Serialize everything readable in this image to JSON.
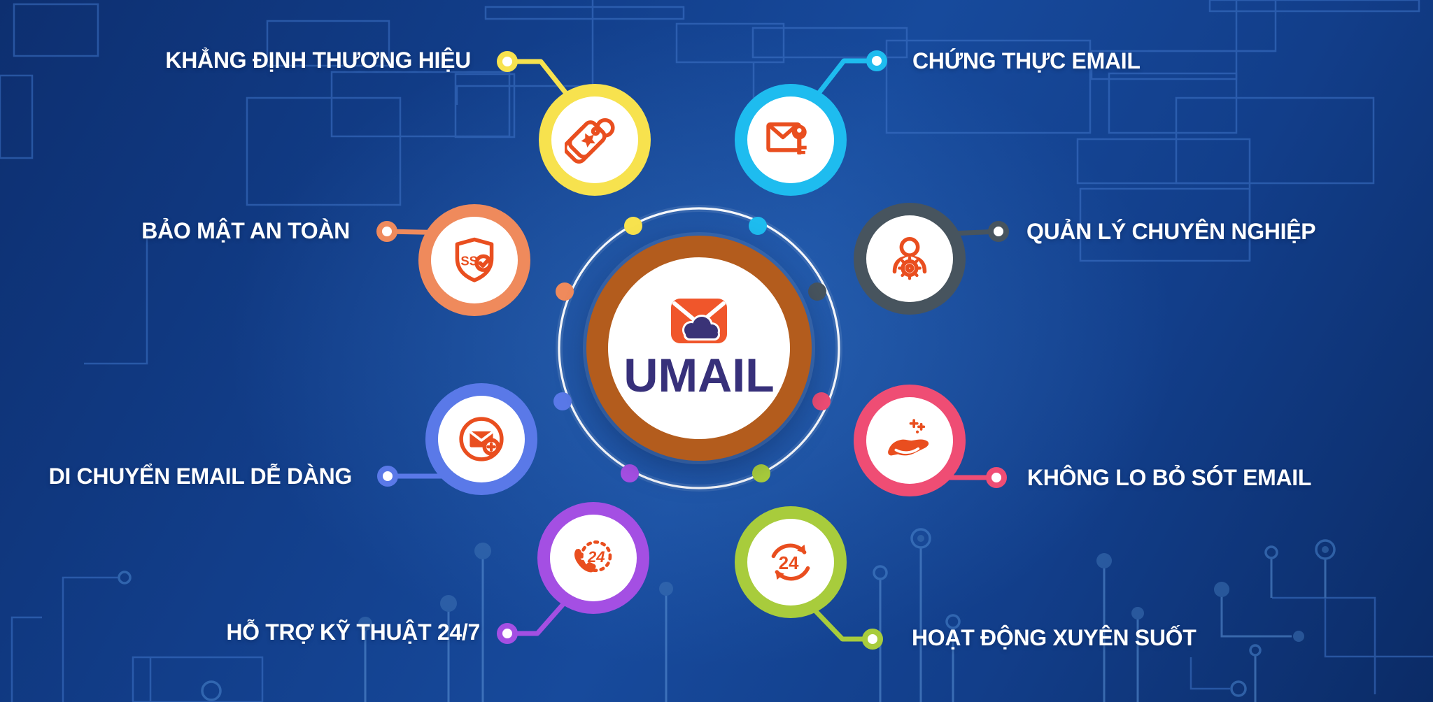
{
  "brand": {
    "name": "UMAIL",
    "logo_colors": {
      "envelope": "#F0562B",
      "cloud": "#3A3377",
      "wordmark": "#37307A",
      "center_ring": "#B35C1D"
    }
  },
  "icon_color": "#E94E1F",
  "background": {
    "base": "#123E8A",
    "circuit_line": "#3F74C8"
  },
  "orbit": {
    "ring_color": "#FFFFFF"
  },
  "icon_texts": {
    "ssl": "SSL",
    "support24": "24",
    "uptime24": "24"
  },
  "features": [
    {
      "label": "KHẲNG ĐỊNH THƯƠNG HIỆU",
      "color": "#F7E24E",
      "icon": "brand-tag-icon",
      "position": "top-left"
    },
    {
      "label": "CHỨNG THỰC EMAIL",
      "color": "#1EBCEF",
      "icon": "email-key-icon",
      "position": "top-right"
    },
    {
      "label": "BẢO MẬT AN TOÀN",
      "color": "#EF8A5C",
      "icon": "ssl-shield-icon",
      "position": "middle-left"
    },
    {
      "label": "QUẢN LÝ CHUYÊN NGHIỆP",
      "color": "#47545E",
      "icon": "user-gear-icon",
      "position": "middle-right"
    },
    {
      "label": "DI CHUYỂN EMAIL DỄ DÀNG",
      "color": "#5A79E8",
      "icon": "email-plus-icon",
      "position": "lower-left"
    },
    {
      "label": "KHÔNG LO BỎ SÓT EMAIL",
      "color": "#EF4D74",
      "icon": "hand-care-icon",
      "position": "lower-right"
    },
    {
      "label": "HỖ TRỢ KỸ THUẬT 24/7",
      "color": "#A44FE3",
      "icon": "phone-24-icon",
      "position": "bottom-left"
    },
    {
      "label": "HOẠT ĐỘNG XUYÊN SUỐT",
      "color": "#A8CC3C",
      "icon": "cycle-24-icon",
      "position": "bottom-right"
    }
  ]
}
